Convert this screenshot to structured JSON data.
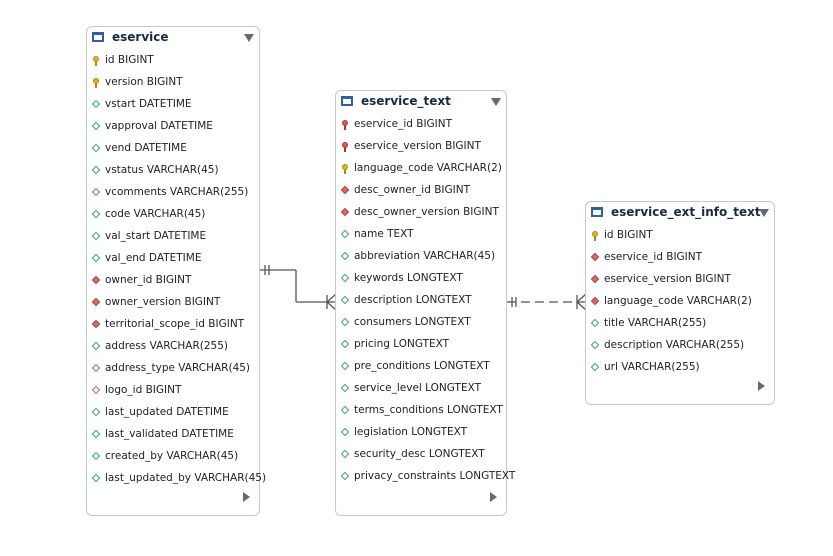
{
  "tables": [
    {
      "title": "eservice",
      "columns": [
        {
          "name": "id BIGINT",
          "icon": "key-icon"
        },
        {
          "name": "version BIGINT",
          "icon": "key-icon"
        },
        {
          "name": "vstart DATETIME",
          "icon": "column-icon"
        },
        {
          "name": "vapproval DATETIME",
          "icon": "column-icon"
        },
        {
          "name": "vend DATETIME",
          "icon": "column-icon"
        },
        {
          "name": "vstatus VARCHAR(45)",
          "icon": "column-icon"
        },
        {
          "name": "vcomments VARCHAR(255)",
          "icon": "column-icon"
        },
        {
          "name": "code VARCHAR(45)",
          "icon": "column-icon"
        },
        {
          "name": "val_start DATETIME",
          "icon": "column-icon"
        },
        {
          "name": "val_end DATETIME",
          "icon": "column-icon"
        },
        {
          "name": "owner_id BIGINT",
          "icon": "not-null-column-icon"
        },
        {
          "name": "owner_version BIGINT",
          "icon": "not-null-column-icon"
        },
        {
          "name": "territorial_scope_id BIGINT",
          "icon": "not-null-column-icon"
        },
        {
          "name": "address VARCHAR(255)",
          "icon": "column-icon"
        },
        {
          "name": "address_type VARCHAR(45)",
          "icon": "column-icon"
        },
        {
          "name": "logo_id BIGINT",
          "icon": "nullable-fk-icon"
        },
        {
          "name": "last_updated DATETIME",
          "icon": "column-icon"
        },
        {
          "name": "last_validated DATETIME",
          "icon": "column-icon"
        },
        {
          "name": "created_by VARCHAR(45)",
          "icon": "column-icon"
        },
        {
          "name": "last_updated_by VARCHAR(45)",
          "icon": "column-icon"
        }
      ]
    },
    {
      "title": "eservice_text",
      "columns": [
        {
          "name": "eservice_id BIGINT",
          "icon": "foreign-key-icon"
        },
        {
          "name": "eservice_version BIGINT",
          "icon": "foreign-key-icon"
        },
        {
          "name": "language_code VARCHAR(2)",
          "icon": "key-icon"
        },
        {
          "name": "desc_owner_id BIGINT",
          "icon": "not-null-column-icon"
        },
        {
          "name": "desc_owner_version BIGINT",
          "icon": "not-null-column-icon"
        },
        {
          "name": "name TEXT",
          "icon": "column-icon"
        },
        {
          "name": "abbreviation VARCHAR(45)",
          "icon": "column-icon"
        },
        {
          "name": "keywords LONGTEXT",
          "icon": "column-icon"
        },
        {
          "name": "description LONGTEXT",
          "icon": "column-icon"
        },
        {
          "name": "consumers LONGTEXT",
          "icon": "column-icon"
        },
        {
          "name": "pricing LONGTEXT",
          "icon": "column-icon"
        },
        {
          "name": "pre_conditions LONGTEXT",
          "icon": "column-icon"
        },
        {
          "name": "service_level LONGTEXT",
          "icon": "column-icon"
        },
        {
          "name": "terms_conditions LONGTEXT",
          "icon": "column-icon"
        },
        {
          "name": "legislation LONGTEXT",
          "icon": "column-icon"
        },
        {
          "name": "security_desc LONGTEXT",
          "icon": "column-icon"
        },
        {
          "name": "privacy_constraints LONGTEXT",
          "icon": "column-icon"
        }
      ]
    },
    {
      "title": "eservice_ext_info_text",
      "columns": [
        {
          "name": "id BIGINT",
          "icon": "key-icon"
        },
        {
          "name": "eservice_id BIGINT",
          "icon": "not-null-column-icon"
        },
        {
          "name": "eservice_version BIGINT",
          "icon": "not-null-column-icon"
        },
        {
          "name": "language_code VARCHAR(2)",
          "icon": "not-null-column-icon"
        },
        {
          "name": "title VARCHAR(255)",
          "icon": "column-icon"
        },
        {
          "name": "description VARCHAR(255)",
          "icon": "column-icon"
        },
        {
          "name": "url VARCHAR(255)",
          "icon": "column-icon"
        }
      ]
    }
  ],
  "colors": {
    "key": "#e0b61e",
    "foreign_key": "#d65a5a",
    "column": "#3d9c8c",
    "table_icon": "#2f5fa8",
    "relationship_line": "#555555"
  }
}
